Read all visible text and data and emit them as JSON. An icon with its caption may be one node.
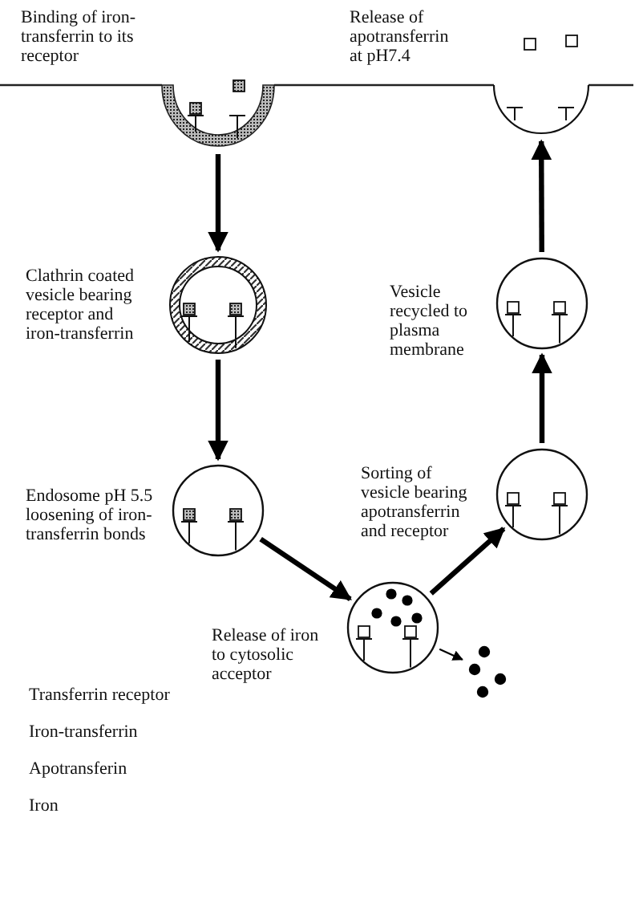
{
  "diagram": {
    "nodes": [
      {
        "text": [],
        "shape": "cup",
        "beside": [
          "Binding of iron-transferrin to its receptor"
        ]
      },
      {
        "text": [],
        "shape": "circle",
        "beside": [
          "Clathrin coated vesicle bearing receptor and iron-transferrin"
        ]
      },
      {
        "text": [],
        "shape": "circle",
        "beside": [
          "Endosome pH 5.5 loosening of iron-transferrin bonds"
        ]
      },
      {
        "text": [],
        "shape": "circle",
        "beside": [
          "Release of iron to cytosolic acceptor"
        ]
      },
      {
        "text": [],
        "shape": "circle",
        "beside": [
          "Sorting of vesicle bearing apotransferrin and receptor"
        ]
      },
      {
        "text": [],
        "shape": "circle",
        "beside": [
          "Vesicle recycled to plasma membrane"
        ]
      },
      {
        "text": [],
        "shape": "cup",
        "beside": [
          "Release of apotransferrin at pH7.4"
        ]
      },
      {
        "text": [],
        "shape": "dots"
      }
    ],
    "edges": [
      {
        "from": 0,
        "to": 1,
        "arrow": "to"
      },
      {
        "from": 1,
        "to": 2,
        "arrow": "to"
      },
      {
        "from": 2,
        "to": 3,
        "arrow": "to"
      },
      {
        "from": 3,
        "to": 4,
        "arrow": "to"
      },
      {
        "from": 4,
        "to": 5,
        "arrow": "to"
      },
      {
        "from": 5,
        "to": 6,
        "arrow": "to"
      },
      {
        "from": 3,
        "to": 7,
        "arrow": "to"
      }
    ],
    "labels": [
      "Transferrin receptor",
      "Iron-transferrin",
      "Apotransferin",
      "Iron"
    ]
  }
}
